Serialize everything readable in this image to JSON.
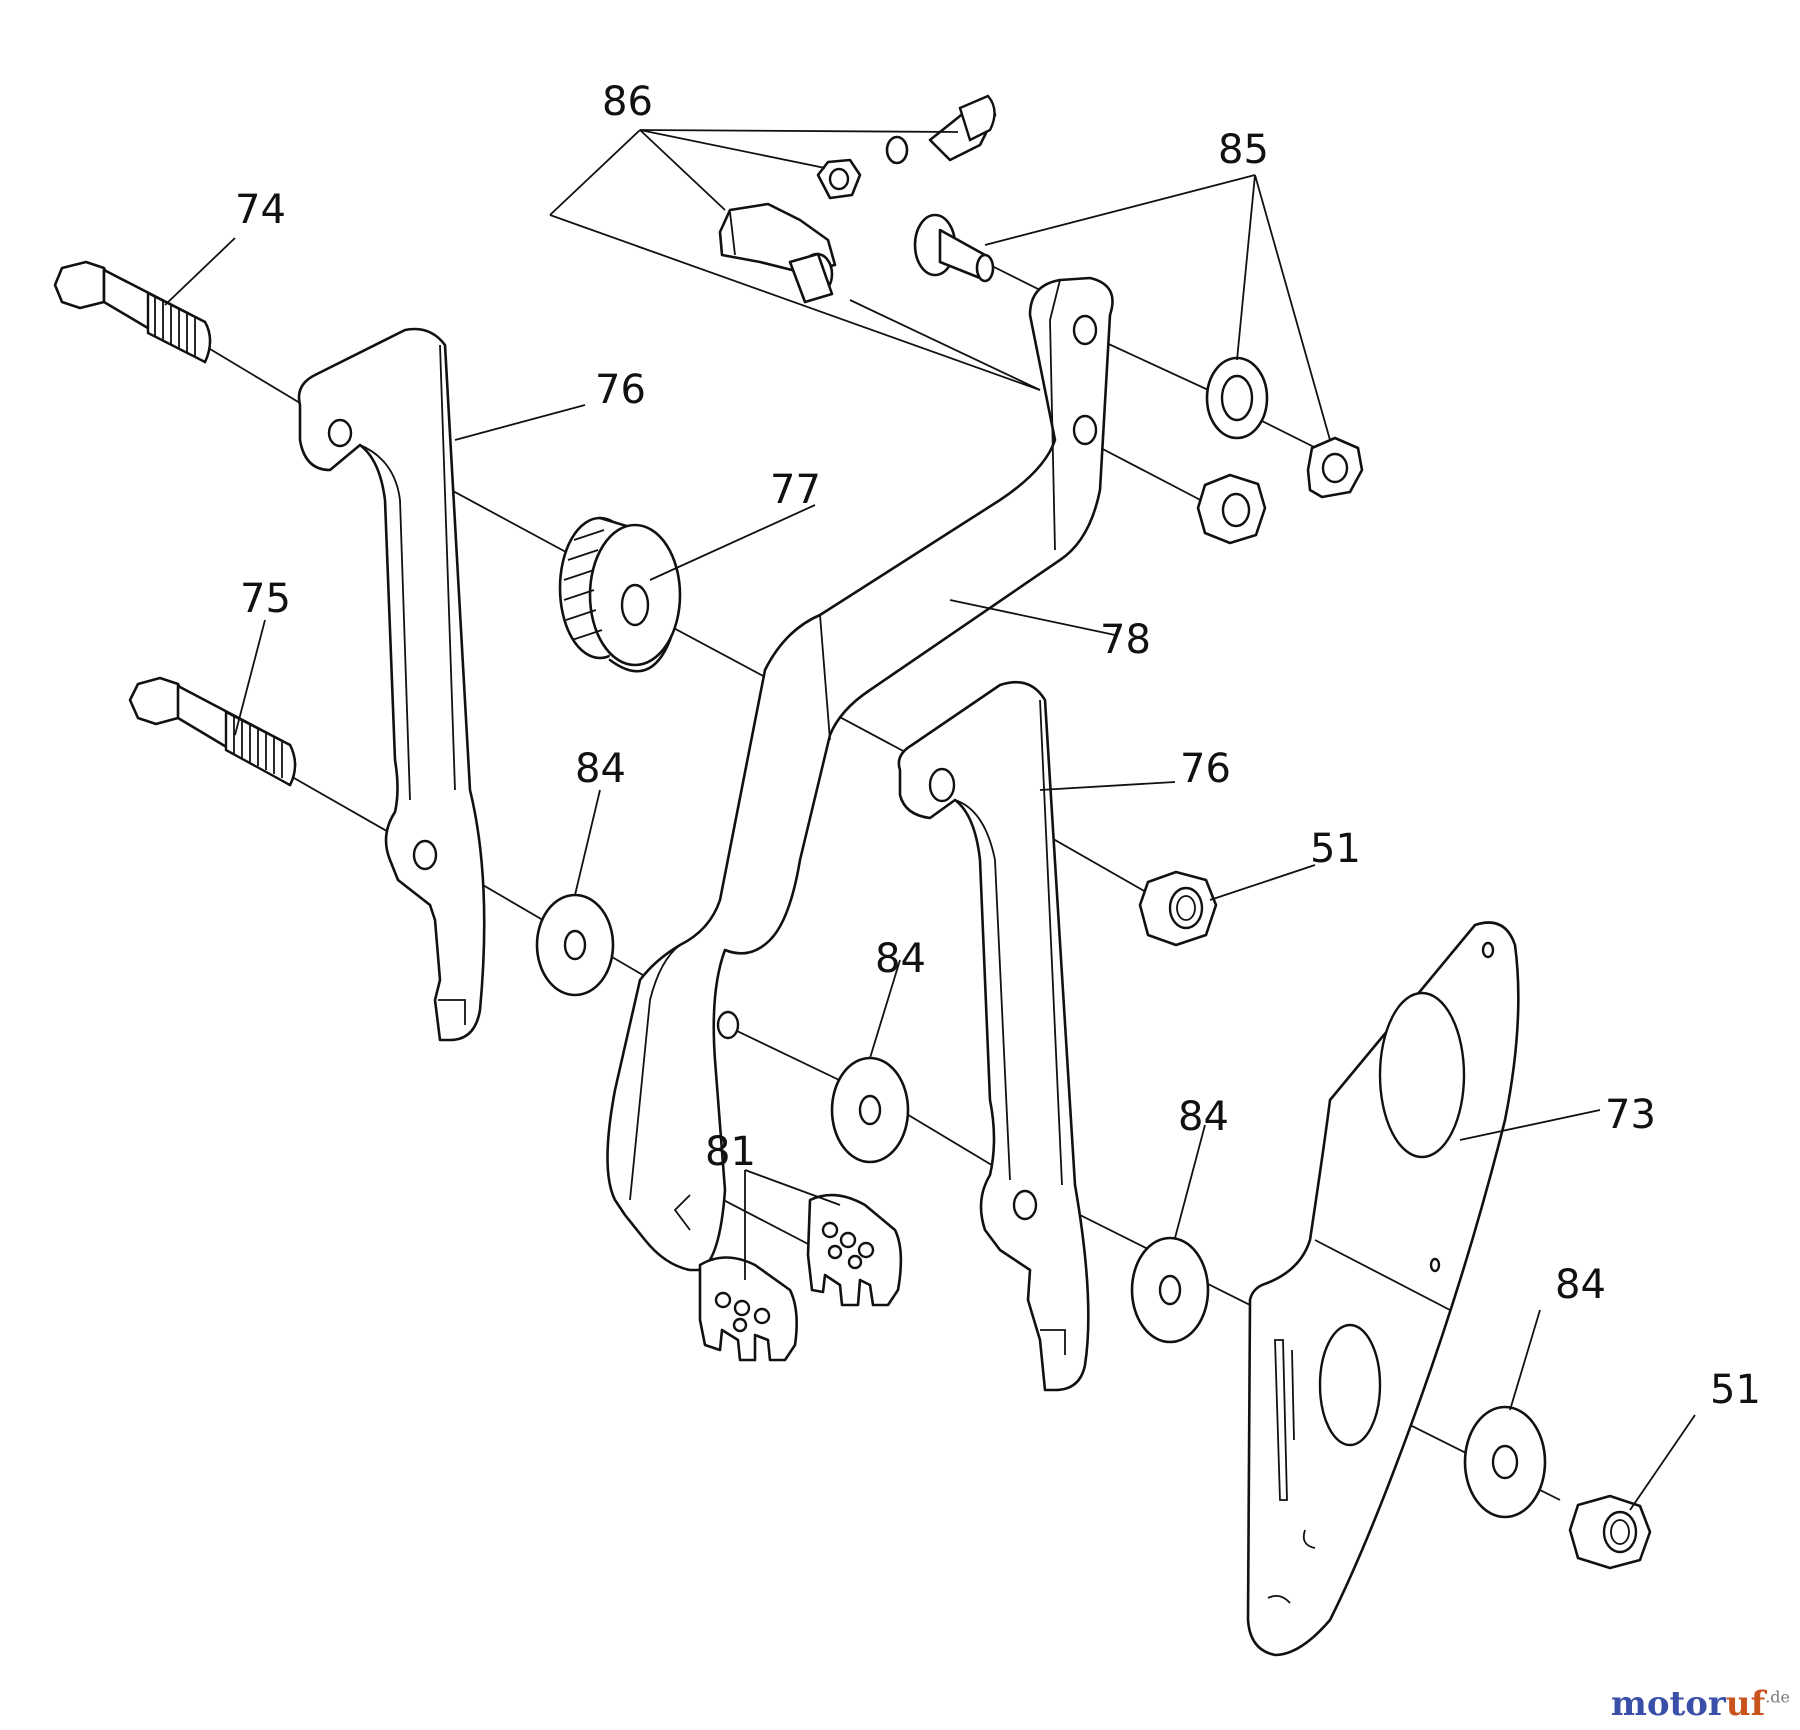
{
  "diagram": {
    "callouts": {
      "p86": "86",
      "p85": "85",
      "p74": "74",
      "p76a": "76",
      "p77": "77",
      "p78": "78",
      "p75": "75",
      "p84a": "84",
      "p76b": "76",
      "p51a": "51",
      "p84b": "84",
      "p73": "73",
      "p81": "81",
      "p84c": "84",
      "p84d": "84",
      "p51b": "51"
    }
  },
  "watermark": {
    "part1": "motor",
    "part2": "uf",
    "tld": ".de"
  }
}
